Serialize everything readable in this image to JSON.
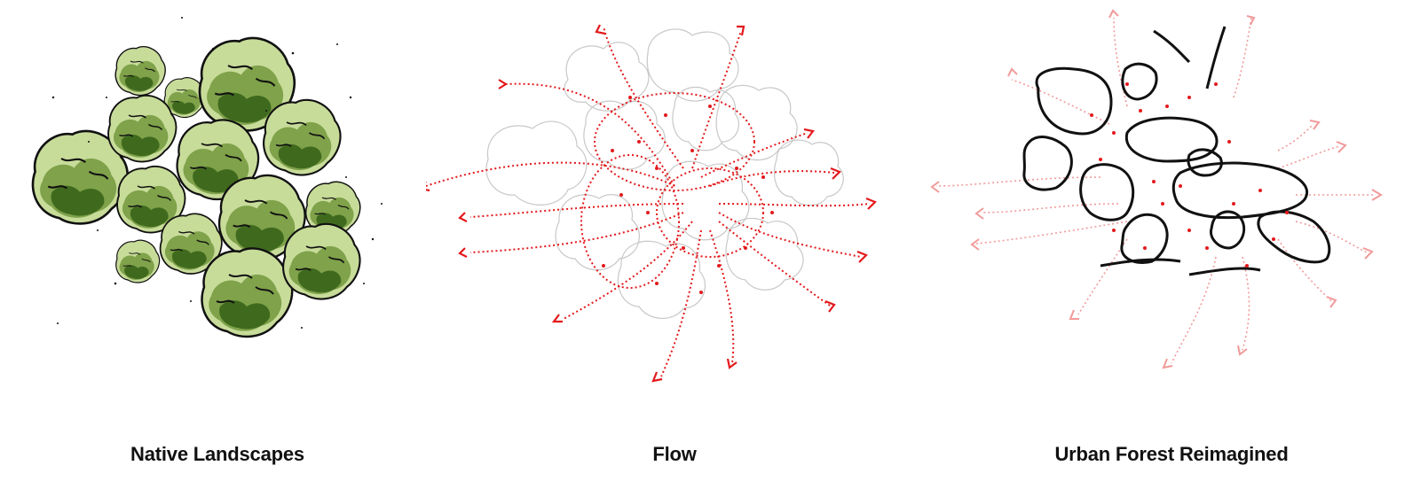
{
  "panels": [
    {
      "caption": "Native Landscapes",
      "icon": "tree-canopy-cluster"
    },
    {
      "caption": "Flow",
      "icon": "flow-arrows"
    },
    {
      "caption": "Urban Forest Reimagined",
      "icon": "urban-forest-plan"
    }
  ],
  "colors": {
    "leaf_light": "#c8dc9a",
    "leaf_mid": "#7fa24a",
    "leaf_dark": "#3f6a1e",
    "outline": "#111111",
    "flow_red": "#e3191c",
    "flow_pink": "#f19a9a",
    "tree_outline_grey": "#c8c8c8"
  }
}
